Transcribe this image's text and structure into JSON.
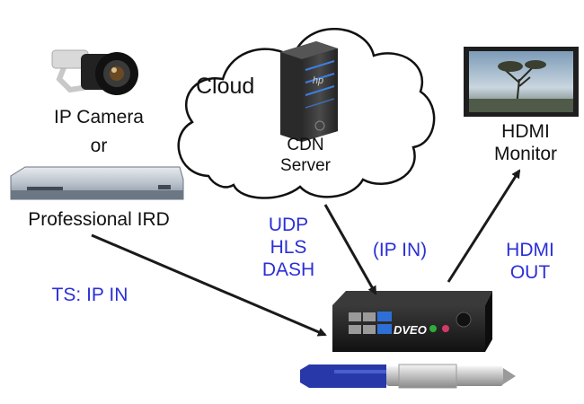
{
  "labels": {
    "cloud": "Cloud",
    "cdn_server": [
      "CDN",
      "Server"
    ],
    "ip_camera": "IP Camera",
    "or": "or",
    "professional_ird": "Professional IRD",
    "hdmi_monitor": [
      "HDMI",
      "Monitor"
    ],
    "protocols": [
      "UDP",
      "HLS",
      "DASH"
    ],
    "ip_in": "(IP IN)",
    "hdmi_out": [
      "HDMI",
      "OUT"
    ],
    "ts_ip_in": "TS: IP IN"
  },
  "device_brand": "DVEO",
  "server_logo": "hp",
  "colors": {
    "label_text": "#111111",
    "flow_text": "#2b2fd8",
    "arrow": "#1a1a1a",
    "device_body": "#1b1b1b",
    "usb_blue": "#2e6fd6",
    "pen_blue": "#2838a8"
  },
  "icons": [
    "cloud-shape",
    "server-icon",
    "camera-icon",
    "ird-box-icon",
    "monitor-icon",
    "encoder-device-icon",
    "pen-icon"
  ]
}
